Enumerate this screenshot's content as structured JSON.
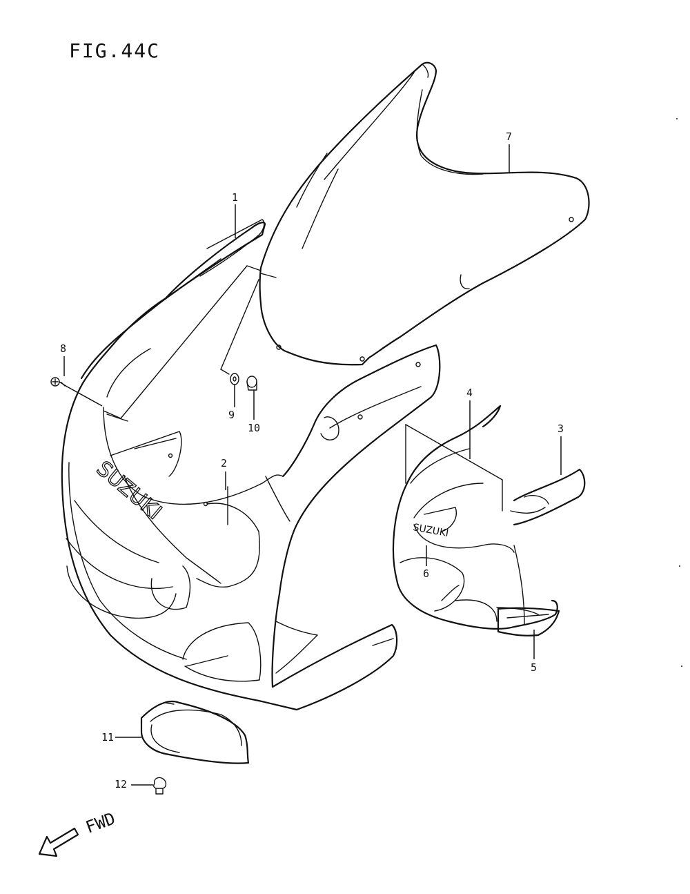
{
  "figure": {
    "title": "FIG.44C",
    "direction_label": "FWD"
  },
  "logos": {
    "main_fairing": "SUZUKI",
    "alt_fairing": "SUZUKI"
  },
  "callouts": [
    {
      "id": "1",
      "label": "1"
    },
    {
      "id": "2",
      "label": "2"
    },
    {
      "id": "3",
      "label": "3"
    },
    {
      "id": "4",
      "label": "4"
    },
    {
      "id": "5",
      "label": "5"
    },
    {
      "id": "6",
      "label": "6"
    },
    {
      "id": "7",
      "label": "7"
    },
    {
      "id": "8",
      "label": "8"
    },
    {
      "id": "9",
      "label": "9"
    },
    {
      "id": "10",
      "label": "10"
    },
    {
      "id": "11",
      "label": "11"
    },
    {
      "id": "12",
      "label": "12"
    }
  ]
}
